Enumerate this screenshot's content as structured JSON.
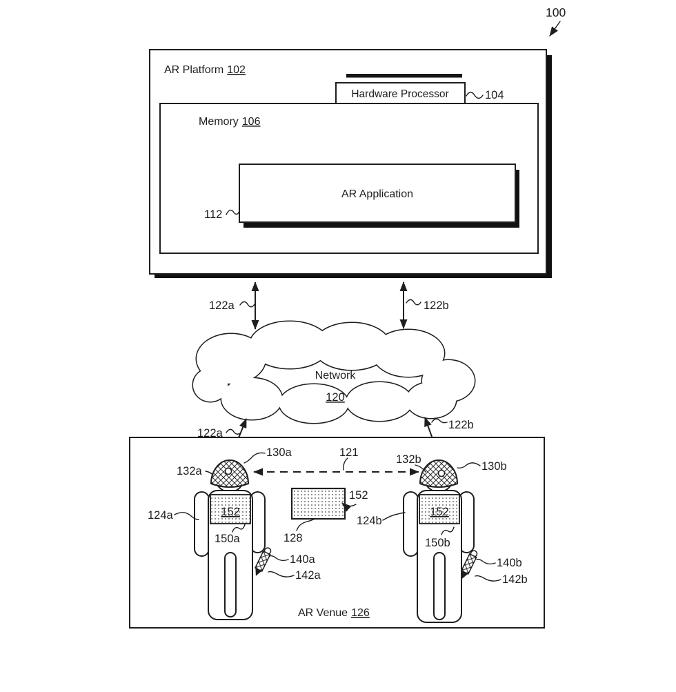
{
  "figure": {
    "ref": "100",
    "platform": {
      "title": "AR Platform",
      "ref": "102"
    },
    "hardware_processor": {
      "title": "Hardware Processor",
      "ref": "104"
    },
    "memory": {
      "title": "Memory",
      "ref": "106"
    },
    "ar_application": {
      "title": "AR Application",
      "ref": "112"
    },
    "network": {
      "title": "Network",
      "ref": "120"
    },
    "venue": {
      "title": "AR Venue",
      "ref": "126"
    },
    "connections": {
      "platform_to_network_left": "122a",
      "platform_to_network_right": "122b",
      "network_to_user_left": "122a",
      "network_to_user_right": "122b",
      "user_to_user": "121"
    },
    "users": {
      "left": {
        "ref": "124a",
        "headset": "130a",
        "headset_sensor": "132a",
        "vest_surface": "152",
        "vest": "150a",
        "handheld": "140a",
        "handheld_tip": "142a"
      },
      "right": {
        "ref": "124b",
        "headset": "130b",
        "headset_sensor": "132b",
        "vest_surface": "152",
        "vest": "150b",
        "handheld": "140b",
        "handheld_tip": "142b"
      }
    },
    "object": {
      "ref": "128",
      "surface": "152"
    },
    "colors": {
      "ink": "#1e1e1e",
      "paper": "#ffffff"
    }
  }
}
